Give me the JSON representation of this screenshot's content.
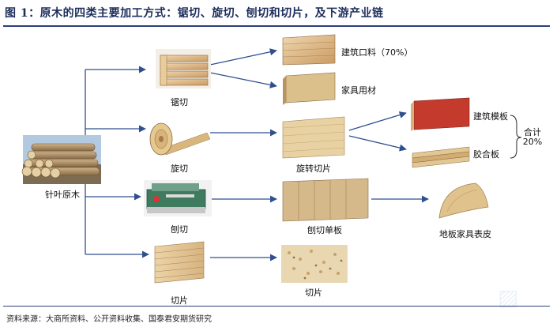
{
  "figure": {
    "title": "图 1：原木的四类主要加工方式：锯切、旋切、刨切和切片，及下游产业链",
    "source": "资料来源：大商所资料、公开资料收集、国泰君安期货研究"
  },
  "nodes": {
    "raw": "针叶原木",
    "saw": "锯切",
    "rotary": "旋切",
    "plane": "刨切",
    "slice": "切片",
    "building_lumber": "建筑口料（70%）",
    "furniture_wood": "家具用材",
    "rotary_veneer": "旋转切片",
    "planed_veneer": "刨切单板",
    "chips": "切片",
    "formwork": "建筑模板",
    "plywood": "胶合板",
    "floor_surface": "地板家具表皮"
  },
  "brace_note": {
    "line1": "合计",
    "line2": "20%"
  },
  "colors": {
    "arrow": "#2f4f8f",
    "title": "#1d2d5c",
    "rule": "#2b3f7a"
  }
}
